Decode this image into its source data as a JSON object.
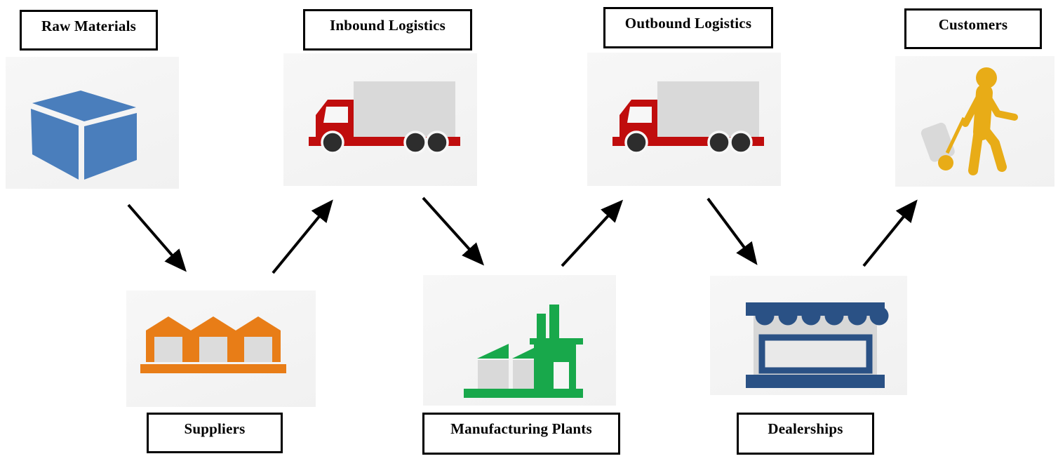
{
  "diagram": {
    "type": "supply-chain-flow",
    "nodes": [
      {
        "label": "Raw Materials",
        "icon": "box-icon",
        "accent": "#4a7ebc"
      },
      {
        "label": "Inbound Logistics",
        "icon": "truck-icon",
        "accent": "#c00d0d"
      },
      {
        "label": "Outbound Logistics",
        "icon": "truck-icon",
        "accent": "#c00d0d"
      },
      {
        "label": "Customers",
        "icon": "traveler-icon",
        "accent": "#e8ac17"
      },
      {
        "label": "Suppliers",
        "icon": "warehouse-icon",
        "accent": "#e87d17"
      },
      {
        "label": "Manufacturing Plants",
        "icon": "factory-icon",
        "accent": "#18a84b"
      },
      {
        "label": "Dealerships",
        "icon": "storefront-icon",
        "accent": "#2a5185"
      }
    ],
    "edges": [
      {
        "from": "Raw Materials",
        "to": "Suppliers"
      },
      {
        "from": "Suppliers",
        "to": "Inbound Logistics"
      },
      {
        "from": "Inbound Logistics",
        "to": "Manufacturing Plants"
      },
      {
        "from": "Manufacturing Plants",
        "to": "Outbound Logistics"
      },
      {
        "from": "Outbound Logistics",
        "to": "Dealerships"
      },
      {
        "from": "Dealerships",
        "to": "Customers"
      }
    ],
    "colors": {
      "arrow": "#000000",
      "tile_background": "#f2f2f2",
      "neutral_gray": "#d9d9d9",
      "label_border": "#000000"
    }
  }
}
